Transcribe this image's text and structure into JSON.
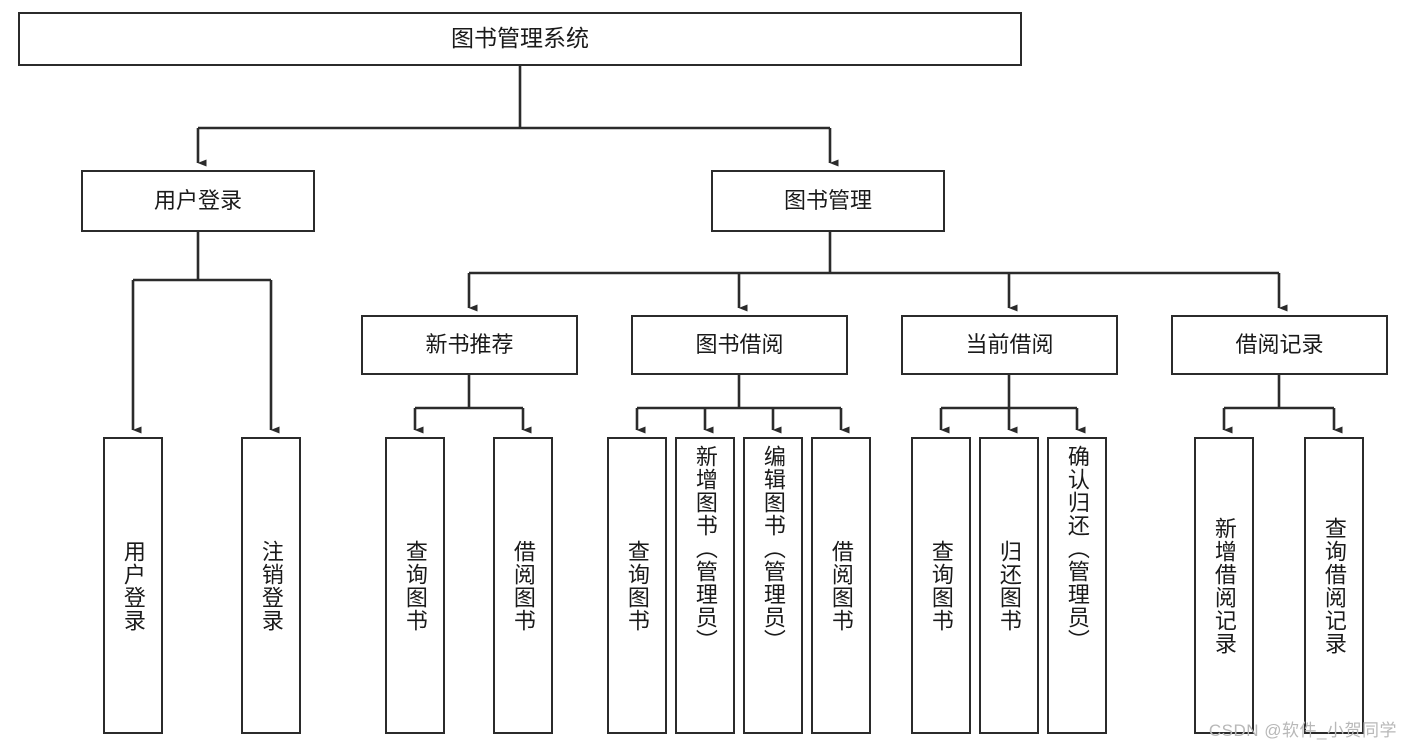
{
  "diagram": {
    "title": "图书管理系统",
    "type": "tree-hierarchy",
    "root": {
      "label": "图书管理系统"
    },
    "level2": [
      {
        "label": "用户登录"
      },
      {
        "label": "图书管理"
      }
    ],
    "level3": [
      {
        "label": "新书推荐"
      },
      {
        "label": "图书借阅"
      },
      {
        "label": "当前借阅"
      },
      {
        "label": "借阅记录"
      }
    ],
    "leaves": {
      "user_login": [
        {
          "label": "用户登录"
        },
        {
          "label": "注销登录"
        }
      ],
      "new_book_recommend": [
        {
          "label": "查询图书"
        },
        {
          "label": "借阅图书"
        }
      ],
      "book_borrow": [
        {
          "label": "查询图书"
        },
        {
          "label": "新增图书（管理员）"
        },
        {
          "label": "编辑图书（管理员）"
        },
        {
          "label": "借阅图书"
        }
      ],
      "current_borrow": [
        {
          "label": "查询图书"
        },
        {
          "label": "归还图书"
        },
        {
          "label": "确认归还（管理员）"
        }
      ],
      "borrow_records": [
        {
          "label": "新增借阅记录"
        },
        {
          "label": "查询借阅记录"
        }
      ]
    }
  },
  "watermark": {
    "text": "CSDN @软件_小贺同学"
  },
  "colors": {
    "stroke": "#2b2b2b",
    "background": "#ffffff",
    "text": "#1a1a1a",
    "watermark": "#b8b8b8"
  }
}
